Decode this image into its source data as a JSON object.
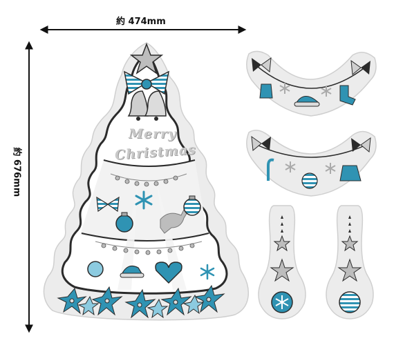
{
  "dimensions": {
    "width_label": "約 474mm",
    "height_label": "約 676mm"
  },
  "tree": {
    "greeting_line1": "Merry",
    "greeting_line2": "Christmas"
  },
  "colors": {
    "accent_blue": "#2f93b3",
    "light_blue": "#8ccbe0",
    "silver": "#a7a7a7",
    "dark": "#2b2b2b",
    "sticker_bg": "#e8e8e8"
  }
}
